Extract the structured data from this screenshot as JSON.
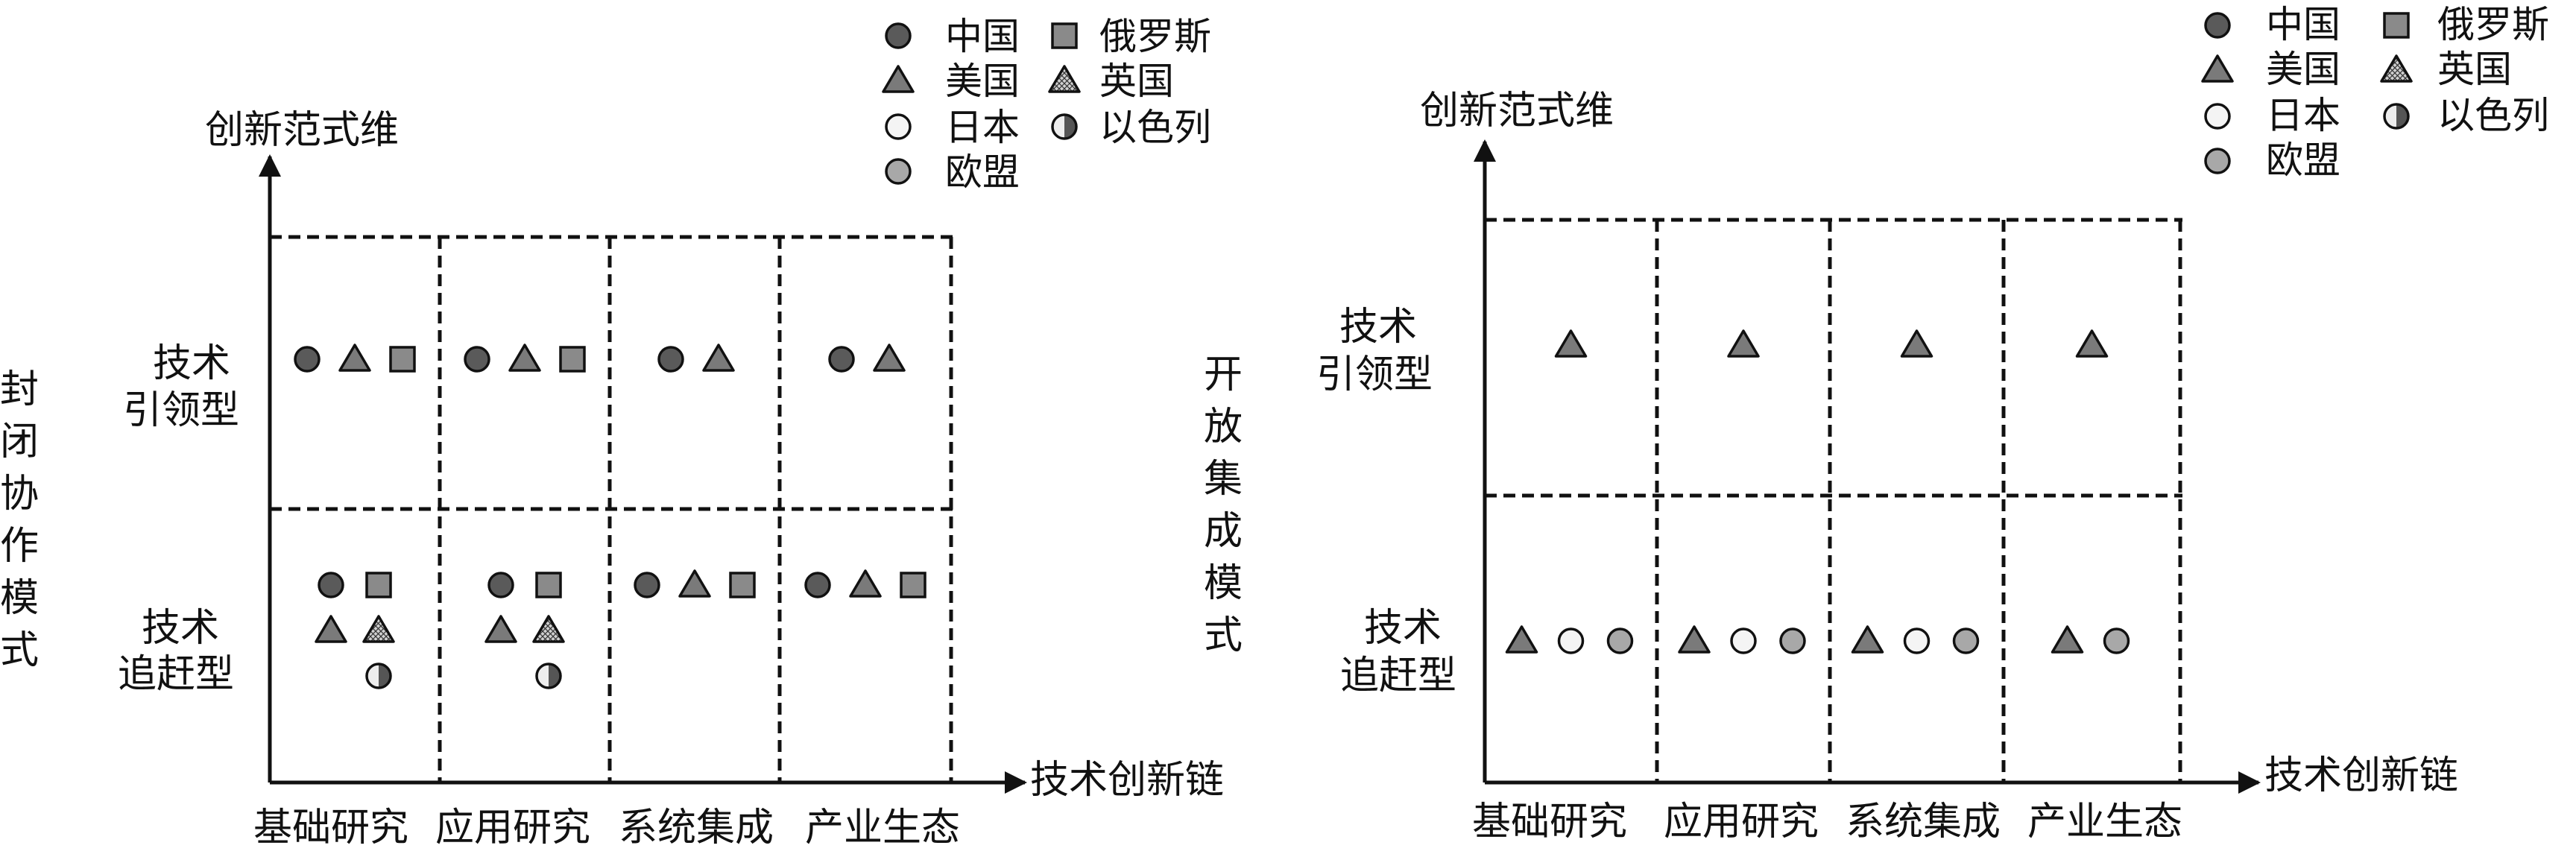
{
  "colors": {
    "line": "#111111",
    "china": "#5a5a5a",
    "usa": "#7a7a7a",
    "russia": "#8a8a8a",
    "japan": "#f4f4f4",
    "eu": "#a8a8a8",
    "uk": "#bdbdbd",
    "israel_dark": "#555555",
    "israel_light": "#ededed"
  },
  "legend": {
    "china": "中国",
    "russia": "俄罗斯",
    "usa": "美国",
    "uk": "英国",
    "japan": "日本",
    "israel": "以色列",
    "eu": "欧盟"
  },
  "axes": {
    "y_title": "创新范式维",
    "x_title": "技术创新链"
  },
  "columns": [
    "基础研究",
    "应用研究",
    "系统集成",
    "产业生态"
  ],
  "rows": {
    "top": [
      "技术",
      "引领型"
    ],
    "bottom": [
      "技术",
      "追赶型"
    ]
  },
  "panels": [
    {
      "side_label": [
        "封",
        "闭",
        "协",
        "作",
        "模",
        "式"
      ],
      "cells": {
        "top": [
          [
            "china",
            "usa",
            "russia"
          ],
          [
            "china",
            "usa",
            "russia"
          ],
          [
            "china",
            "usa"
          ],
          [
            "china",
            "usa"
          ]
        ],
        "bottom": [
          [
            [
              "china",
              "russia"
            ],
            [
              "usa",
              "uk"
            ],
            [
              "israel"
            ]
          ],
          [
            [
              "china",
              "russia"
            ],
            [
              "usa",
              "uk"
            ],
            [
              "israel"
            ]
          ],
          [
            [
              "china",
              "usa",
              "russia"
            ]
          ],
          [
            [
              "china",
              "usa",
              "russia"
            ]
          ]
        ]
      }
    },
    {
      "side_label": [
        "开",
        "放",
        "集",
        "成",
        "模",
        "式"
      ],
      "cells": {
        "top": [
          [
            "usa"
          ],
          [
            "usa"
          ],
          [
            "usa"
          ],
          [
            "usa"
          ]
        ],
        "bottom": [
          [
            [
              "usa",
              "japan",
              "eu"
            ]
          ],
          [
            [
              "usa",
              "japan",
              "eu"
            ]
          ],
          [
            [
              "usa",
              "japan",
              "eu"
            ]
          ],
          [
            [
              "usa",
              "eu"
            ]
          ]
        ]
      }
    }
  ]
}
